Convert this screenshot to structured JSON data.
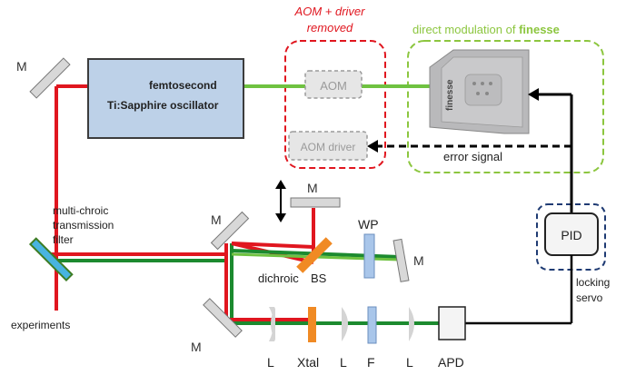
{
  "labels": {
    "aom_removed_line1": "AOM + driver",
    "aom_removed_line2": "removed",
    "direct_mod_prefix": "direct modulation of ",
    "direct_mod_brand": "finesse",
    "oscillator_line1": "femtosecond",
    "oscillator_line2": "Ti:Sapphire oscillator",
    "aom": "AOM",
    "aom_driver": "AOM driver",
    "finesse_device_text": "finesse",
    "error_signal": "error signal",
    "pid": "PID",
    "locking_line1": "locking",
    "locking_line2": "servo",
    "filter_line1": "multi-chroic",
    "filter_line2": "transmission",
    "filter_line3": "filter",
    "experiments": "experiments",
    "dichroic": "dichroic",
    "bs": "BS",
    "wp": "WP",
    "mirror": "M",
    "lens": "L",
    "xtal": "Xtal",
    "filter_f": "F",
    "apd": "APD"
  },
  "colors": {
    "red_beam": "#e0161f",
    "green_beam": "#6fc241",
    "dark_green_beam": "#1c8a2f",
    "oscillator_fill": "#bdd1e8",
    "oscillator_stroke": "#3c3c3c",
    "red_dashed": "#e0161f",
    "green_dashed": "#8cc63f",
    "navy_dashed": "#1f3b73",
    "crystal": "#f08a24",
    "waveplate": "#a9c6ea"
  }
}
